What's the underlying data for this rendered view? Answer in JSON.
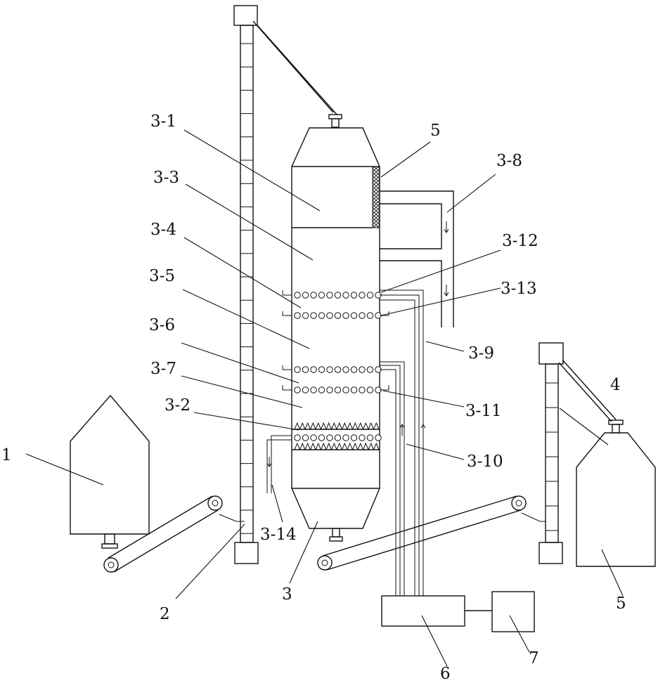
{
  "diagram": {
    "labels": {
      "l_1": "1",
      "l_2": "2",
      "l_3": "3",
      "l_4": "4",
      "l_5_top": "5",
      "l_5_bottom": "5",
      "l_6": "6",
      "l_7": "7",
      "l_3_1": "3-1",
      "l_3_2": "3-2",
      "l_3_3": "3-3",
      "l_3_4": "3-4",
      "l_3_5": "3-5",
      "l_3_6": "3-6",
      "l_3_7": "3-7",
      "l_3_8": "3-8",
      "l_3_9": "3-9",
      "l_3_10": "3-10",
      "l_3_11": "3-11",
      "l_3_12": "3-12",
      "l_3_13": "3-13",
      "l_3_14": "3-14"
    }
  }
}
